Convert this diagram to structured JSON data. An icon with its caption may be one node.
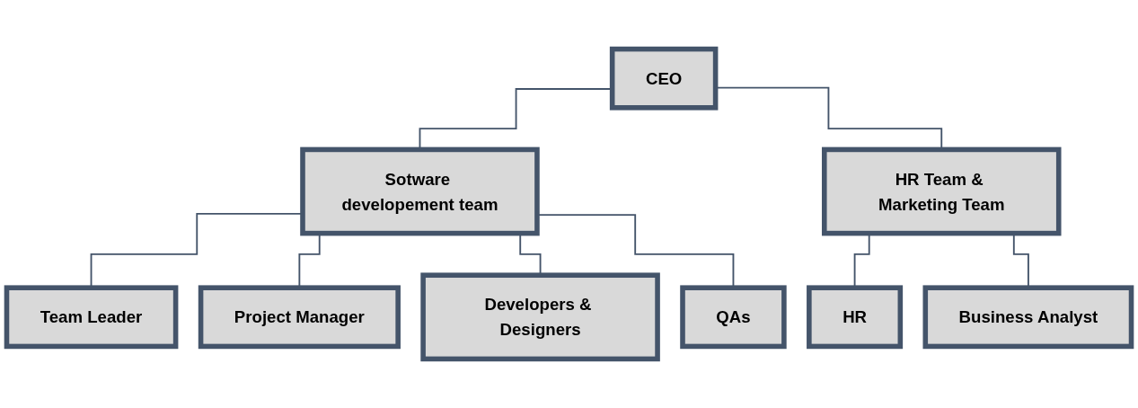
{
  "diagram": {
    "nodes": [
      {
        "text": [
          "CEO"
        ]
      },
      {
        "text": [
          "Sotware developement team"
        ]
      },
      {
        "text": [
          "HR Team & Marketing Team"
        ]
      },
      {
        "text": [
          "Team Leader"
        ]
      },
      {
        "text": [
          "Project Manager"
        ]
      },
      {
        "text": [
          "Developers & Designers"
        ]
      },
      {
        "text": [
          "QAs"
        ]
      },
      {
        "text": [
          "HR"
        ]
      },
      {
        "text": [
          "Business Analyst"
        ]
      }
    ],
    "edges": [
      {
        "from": 0,
        "to": 1,
        "arrow": "none"
      },
      {
        "from": 0,
        "to": 2,
        "arrow": "none"
      },
      {
        "from": 1,
        "to": 3,
        "arrow": "none"
      },
      {
        "from": 1,
        "to": 4,
        "arrow": "none"
      },
      {
        "from": 1,
        "to": 5,
        "arrow": "none"
      },
      {
        "from": 1,
        "to": 6,
        "arrow": "none"
      },
      {
        "from": 2,
        "to": 7,
        "arrow": "none"
      },
      {
        "from": 2,
        "to": 8,
        "arrow": "none"
      }
    ]
  }
}
